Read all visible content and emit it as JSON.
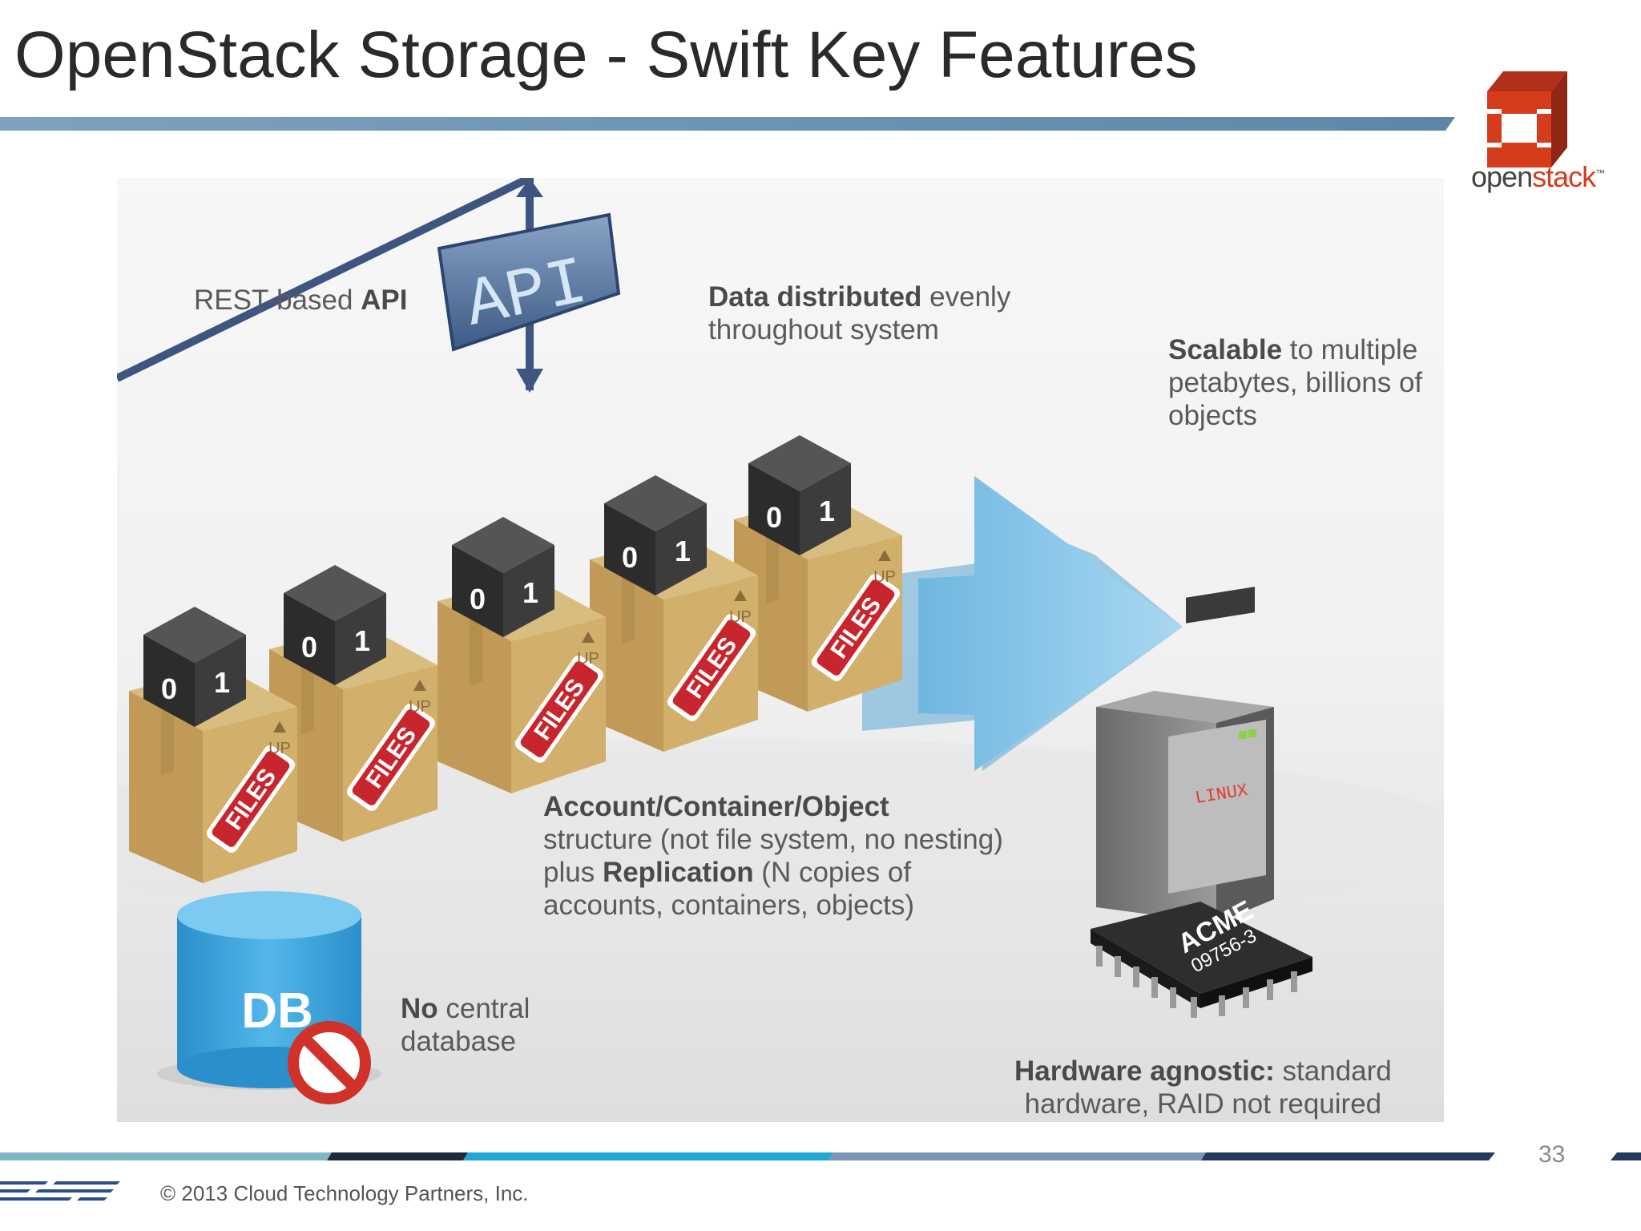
{
  "slide": {
    "title": "OpenStack Storage - Swift Key Features",
    "page_number": "33",
    "copyright": "© 2013 Cloud Technology Partners, Inc."
  },
  "logo": {
    "part1": "open",
    "part2": "stack",
    "tm": "™"
  },
  "colors": {
    "title_bar": "#6b8faf",
    "openstack_red": "#d53c1c",
    "box_tan": "#c9a968",
    "arrow_blue": "#8cc6e6",
    "db_blue": "#3aa0d8",
    "cube_dark": "#3a3a3a"
  },
  "diagram": {
    "api_badge": "API",
    "cube_bits": [
      "0",
      "1"
    ],
    "box_label": "FILES",
    "box_up": "UP",
    "db_label": "DB",
    "server_label": "LINUX",
    "chip_line1": "ACME",
    "chip_line2": "09756-3"
  },
  "labels": {
    "rest_api": {
      "normal": "REST-based ",
      "bold": "API"
    },
    "distributed": {
      "bold": "Data distributed",
      "rest1": " evenly",
      "line2": "throughout system"
    },
    "scalable": {
      "bold": "Scalable",
      "rest1": " to multiple",
      "line2": "petabytes, billions of",
      "line3": "objects"
    },
    "acos": {
      "bold1": "Account/Container/Object",
      "line2": "structure (not file system, no nesting)",
      "line3_pre": "plus ",
      "line3_bold": "Replication",
      "line3_post": " (N copies of",
      "line4": "accounts, containers, objects)"
    },
    "no_db": {
      "bold": "No",
      "rest1": " central",
      "line2": "database"
    },
    "hardware": {
      "bold": "Hardware agnostic:",
      "rest1": " standard",
      "line2": "hardware, RAID not required"
    }
  }
}
